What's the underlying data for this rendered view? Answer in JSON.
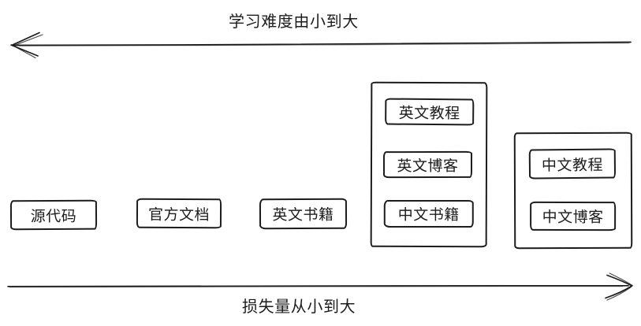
{
  "canvas": {
    "background": "#ffffff",
    "stroke_color": "#1c1c1c"
  },
  "axes": {
    "top": {
      "label": "学习难度由小到大",
      "direction": "left"
    },
    "bottom": {
      "label": "损失量从小到大",
      "direction": "right"
    }
  },
  "standalone_items": [
    {
      "label": "源代码"
    },
    {
      "label": "官方文档"
    },
    {
      "label": "英文书籍"
    }
  ],
  "groups": [
    {
      "items": [
        {
          "label": "英文教程"
        },
        {
          "label": "英文博客"
        },
        {
          "label": "中文书籍"
        }
      ]
    },
    {
      "items": [
        {
          "label": "中文教程"
        },
        {
          "label": "中文博客"
        }
      ]
    }
  ]
}
